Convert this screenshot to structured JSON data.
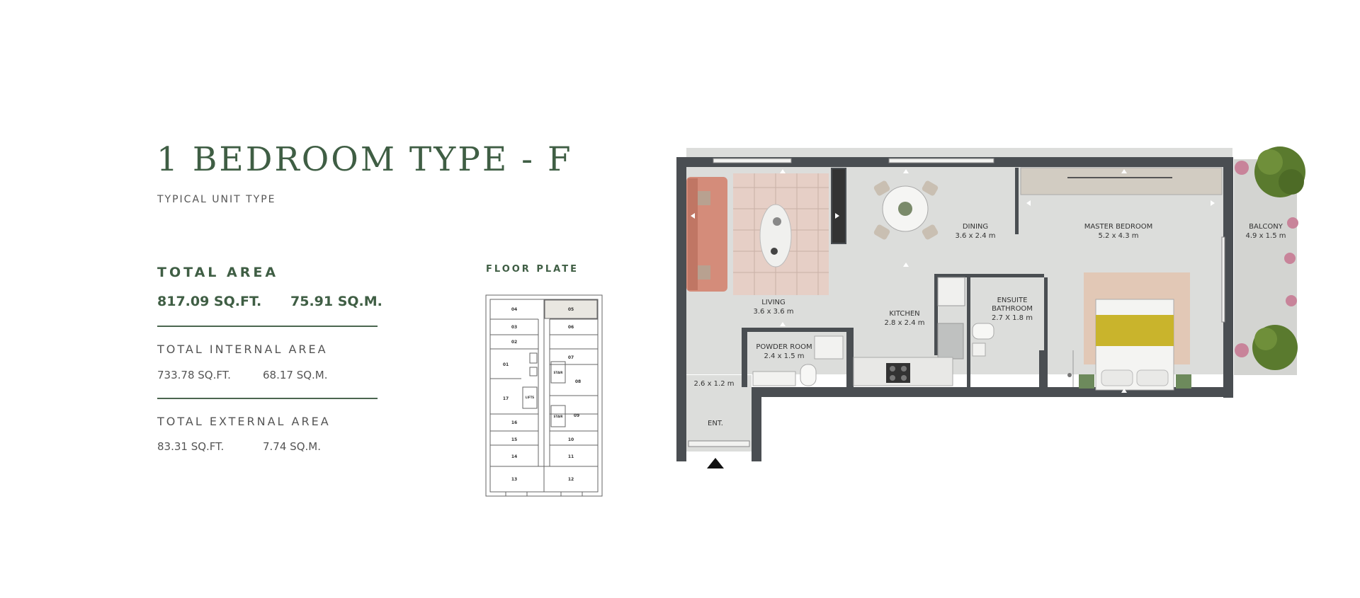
{
  "header": {
    "title": "1 BEDROOM TYPE - F",
    "subtitle": "TYPICAL UNIT TYPE"
  },
  "areas": {
    "total": {
      "label": "TOTAL AREA",
      "sqft": "817.09 SQ.FT.",
      "sqm": "75.91 SQ.M."
    },
    "internal": {
      "label": "TOTAL INTERNAL AREA",
      "sqft": "733.78 SQ.FT.",
      "sqm": "68.17 SQ.M."
    },
    "external": {
      "label": "TOTAL EXTERNAL AREA",
      "sqft": "83.31 SQ.FT.",
      "sqm": "7.74 SQ.M."
    }
  },
  "floor_plate": {
    "label": "FLOOR PLATE",
    "units": [
      "04",
      "05",
      "03",
      "06",
      "02",
      "07",
      "01",
      "08",
      "17",
      "09",
      "16",
      "10",
      "15",
      "11",
      "14",
      "13",
      "12"
    ],
    "stair_label": "STAIR",
    "lifts_label": "LIFTS",
    "highlighted_unit": "05"
  },
  "rooms": {
    "living": {
      "name": "LIVING",
      "dims": "3.6 x 3.6 m"
    },
    "dining": {
      "name": "DINING",
      "dims": "3.6 x 2.4 m"
    },
    "master_bedroom": {
      "name": "MASTER BEDROOM",
      "dims": "5.2 x 4.3 m"
    },
    "balcony": {
      "name": "BALCONY",
      "dims": "4.9 x 1.5 m"
    },
    "kitchen": {
      "name": "KITCHEN",
      "dims": "2.8 x 2.4 m"
    },
    "ensuite": {
      "name_line1": "ENSUITE",
      "name_line2": "BATHROOM",
      "dims": "2.7 X 1.8 m"
    },
    "powder_room": {
      "name": "POWDER ROOM",
      "dims": "2.4 x 1.5 m"
    },
    "entry": {
      "dims": "2.6 x 1.2 m",
      "name": "ENT."
    }
  },
  "colors": {
    "accent": "#3f5e44",
    "wall": "#4a4e52",
    "floor": "#dcdddb",
    "rug": "#e6cfc6",
    "sofa": "#d48c7a",
    "bedspread": "#c9b42c",
    "planting": "#5a7a2e"
  }
}
